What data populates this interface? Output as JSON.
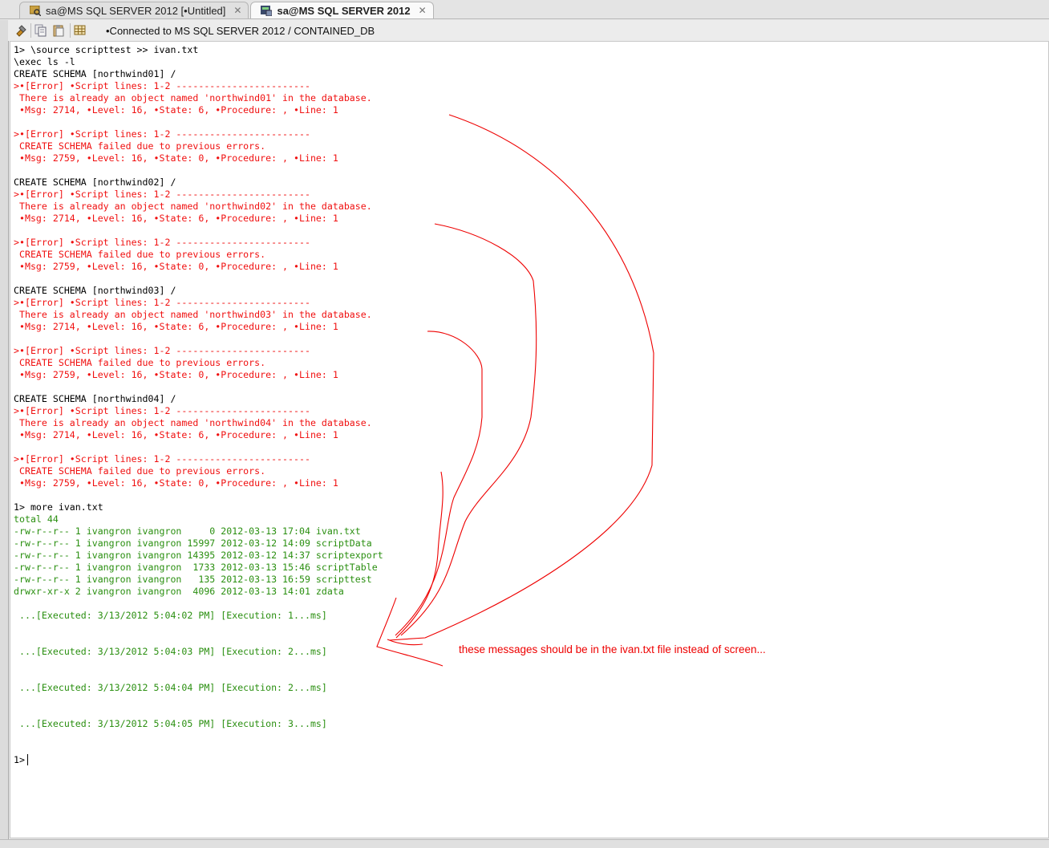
{
  "tabs": [
    {
      "label": "sa@MS SQL SERVER 2012 [•Untitled]",
      "icon": "sql-editor-icon",
      "active": false
    },
    {
      "label": "sa@MS SQL SERVER 2012",
      "icon": "console-icon",
      "active": true
    }
  ],
  "toolbar": {
    "icons": [
      "connect-icon",
      "copy-icon",
      "paste-icon",
      "table-icon"
    ],
    "status": "•Connected to MS SQL SERVER 2012 / CONTAINED_DB"
  },
  "colors": {
    "error": "#f01010",
    "output": "#2a8f10",
    "annotation": "#ee0000"
  },
  "console": {
    "lines": [
      {
        "t": "1> \\source scripttest >> ivan.txt",
        "c": "k"
      },
      {
        "t": "\\exec ls -l",
        "c": "k"
      },
      {
        "t": "CREATE SCHEMA [northwind01] /",
        "c": "k"
      },
      {
        "t": ">•[Error] •Script lines: 1-2 ------------------------",
        "c": "r"
      },
      {
        "t": " There is already an object named 'northwind01' in the database.",
        "c": "r"
      },
      {
        "t": " •Msg: 2714, •Level: 16, •State: 6, •Procedure: , •Line: 1",
        "c": "r"
      },
      {
        "t": "",
        "c": "k"
      },
      {
        "t": ">•[Error] •Script lines: 1-2 ------------------------",
        "c": "r"
      },
      {
        "t": " CREATE SCHEMA failed due to previous errors.",
        "c": "r"
      },
      {
        "t": " •Msg: 2759, •Level: 16, •State: 0, •Procedure: , •Line: 1",
        "c": "r"
      },
      {
        "t": "",
        "c": "k"
      },
      {
        "t": "CREATE SCHEMA [northwind02] /",
        "c": "k"
      },
      {
        "t": ">•[Error] •Script lines: 1-2 ------------------------",
        "c": "r"
      },
      {
        "t": " There is already an object named 'northwind02' in the database.",
        "c": "r"
      },
      {
        "t": " •Msg: 2714, •Level: 16, •State: 6, •Procedure: , •Line: 1",
        "c": "r"
      },
      {
        "t": "",
        "c": "k"
      },
      {
        "t": ">•[Error] •Script lines: 1-2 ------------------------",
        "c": "r"
      },
      {
        "t": " CREATE SCHEMA failed due to previous errors.",
        "c": "r"
      },
      {
        "t": " •Msg: 2759, •Level: 16, •State: 0, •Procedure: , •Line: 1",
        "c": "r"
      },
      {
        "t": "",
        "c": "k"
      },
      {
        "t": "CREATE SCHEMA [northwind03] /",
        "c": "k"
      },
      {
        "t": ">•[Error] •Script lines: 1-2 ------------------------",
        "c": "r"
      },
      {
        "t": " There is already an object named 'northwind03' in the database.",
        "c": "r"
      },
      {
        "t": " •Msg: 2714, •Level: 16, •State: 6, •Procedure: , •Line: 1",
        "c": "r"
      },
      {
        "t": "",
        "c": "k"
      },
      {
        "t": ">•[Error] •Script lines: 1-2 ------------------------",
        "c": "r"
      },
      {
        "t": " CREATE SCHEMA failed due to previous errors.",
        "c": "r"
      },
      {
        "t": " •Msg: 2759, •Level: 16, •State: 0, •Procedure: , •Line: 1",
        "c": "r"
      },
      {
        "t": "",
        "c": "k"
      },
      {
        "t": "CREATE SCHEMA [northwind04] /",
        "c": "k"
      },
      {
        "t": ">•[Error] •Script lines: 1-2 ------------------------",
        "c": "r"
      },
      {
        "t": " There is already an object named 'northwind04' in the database.",
        "c": "r"
      },
      {
        "t": " •Msg: 2714, •Level: 16, •State: 6, •Procedure: , •Line: 1",
        "c": "r"
      },
      {
        "t": "",
        "c": "k"
      },
      {
        "t": ">•[Error] •Script lines: 1-2 ------------------------",
        "c": "r"
      },
      {
        "t": " CREATE SCHEMA failed due to previous errors.",
        "c": "r"
      },
      {
        "t": " •Msg: 2759, •Level: 16, •State: 0, •Procedure: , •Line: 1",
        "c": "r"
      },
      {
        "t": "",
        "c": "k"
      },
      {
        "t": "1> more ivan.txt",
        "c": "k"
      },
      {
        "t": "total 44",
        "c": "g"
      },
      {
        "t": "-rw-r--r-- 1 ivangron ivangron     0 2012-03-13 17:04 ivan.txt",
        "c": "g"
      },
      {
        "t": "-rw-r--r-- 1 ivangron ivangron 15997 2012-03-12 14:09 scriptData",
        "c": "g"
      },
      {
        "t": "-rw-r--r-- 1 ivangron ivangron 14395 2012-03-12 14:37 scriptexport",
        "c": "g"
      },
      {
        "t": "-rw-r--r-- 1 ivangron ivangron  1733 2012-03-13 15:46 scriptTable",
        "c": "g"
      },
      {
        "t": "-rw-r--r-- 1 ivangron ivangron   135 2012-03-13 16:59 scripttest",
        "c": "g"
      },
      {
        "t": "drwxr-xr-x 2 ivangron ivangron  4096 2012-03-13 14:01 zdata",
        "c": "g"
      },
      {
        "t": "",
        "c": "k"
      },
      {
        "t": " ...[Executed: 3/13/2012 5:04:02 PM] [Execution: 1...ms]",
        "c": "g"
      },
      {
        "t": "",
        "c": "k"
      },
      {
        "t": "",
        "c": "k"
      },
      {
        "t": " ...[Executed: 3/13/2012 5:04:03 PM] [Execution: 2...ms]",
        "c": "g"
      },
      {
        "t": "",
        "c": "k"
      },
      {
        "t": "",
        "c": "k"
      },
      {
        "t": " ...[Executed: 3/13/2012 5:04:04 PM] [Execution: 2...ms]",
        "c": "g"
      },
      {
        "t": "",
        "c": "k"
      },
      {
        "t": "",
        "c": "k"
      },
      {
        "t": " ...[Executed: 3/13/2012 5:04:05 PM] [Execution: 3...ms]",
        "c": "g"
      },
      {
        "t": "",
        "c": "k"
      },
      {
        "t": "",
        "c": "k"
      }
    ],
    "prompt": "1>"
  },
  "annotation": {
    "text": "these messages should be in the ivan.txt file instead of screen..."
  }
}
